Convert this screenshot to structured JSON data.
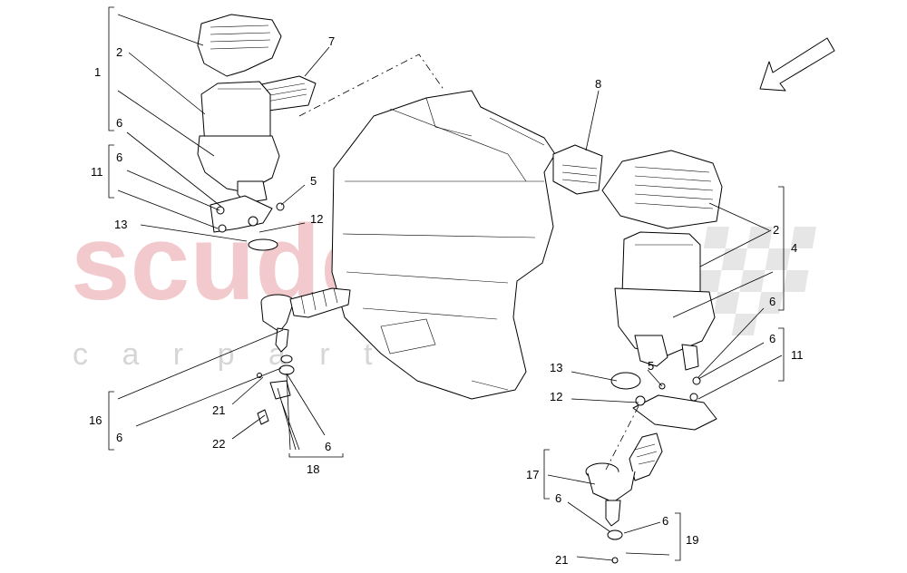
{
  "watermark": {
    "main_text": "scuderia",
    "sub_text": "c a r p a r t s",
    "main_color": "#e8b4b8",
    "sub_color": "#cfcfcf"
  },
  "colors": {
    "ink": "#000000",
    "background": "#ffffff"
  },
  "callouts": {
    "c1": "1",
    "c2_left": "2",
    "c6_a": "6",
    "c7": "7",
    "c11_left": "11",
    "c6_b": "6",
    "c5_left": "5",
    "c13_left": "13",
    "c12_left": "12",
    "c16": "16",
    "c6_c": "6",
    "c21_left": "21",
    "c22": "22",
    "c6_d": "6",
    "c18": "18",
    "c8": "8",
    "c2_right": "2",
    "c4": "4",
    "c6_e": "6",
    "c6_f": "6",
    "c11_right": "11",
    "c13_right": "13",
    "c5_right": "5",
    "c12_right": "12",
    "c17": "17",
    "c6_g": "6",
    "c6_h": "6",
    "c19": "19",
    "c21_right": "21"
  },
  "icons": {
    "direction_arrow": "direction-arrow-icon"
  }
}
